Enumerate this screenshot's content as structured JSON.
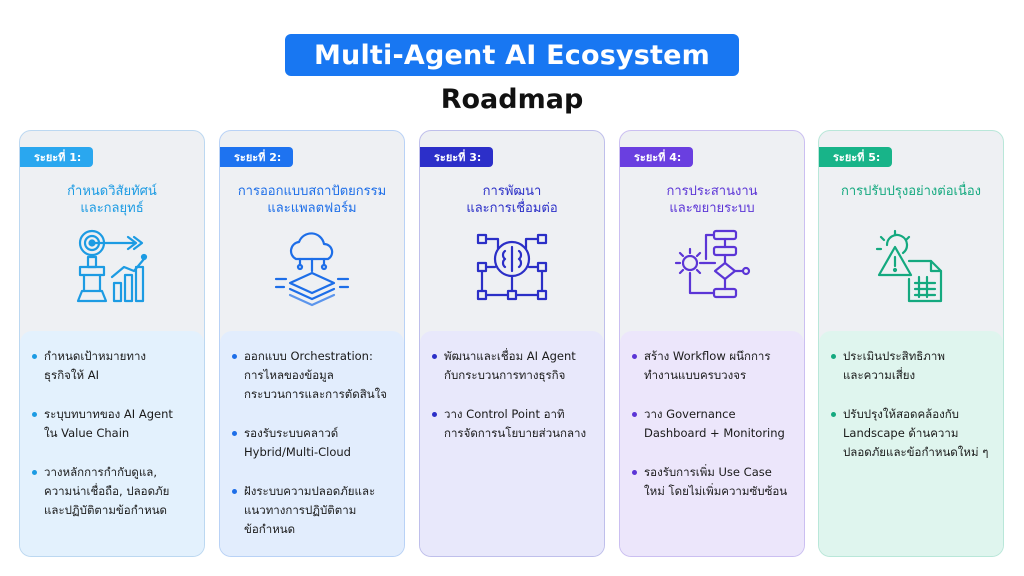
{
  "header": {
    "title": "Multi-Agent AI Ecosystem",
    "subtitle": "Roadmap"
  },
  "colors": {
    "title_bg": "#1877f2",
    "phase1": "#2aa7ef",
    "phase2": "#1e73f0",
    "phase3": "#2c2fc9",
    "phase4": "#6a3fe0",
    "phase5": "#18b489"
  },
  "phases": [
    {
      "badge": "ระยะที่ 1:",
      "title": "กำหนดวิสัยทัศน์\nและกลยุทธ์",
      "icon": "target-strategy-icon",
      "items": [
        "กำหนดเป้าหมายทาง\nธุรกิจให้ AI",
        "ระบุบทบาทของ AI Agent\nใน Value Chain",
        "วางหลักการกำกับดูแล,\nความน่าเชื่อถือ, ปลอดภัย\nและปฏิบัติตามข้อกำหนด"
      ]
    },
    {
      "badge": "ระยะที่ 2:",
      "title": "การออกแบบสถาปัตยกรรม\nและแพลตฟอร์ม",
      "icon": "cloud-layers-icon",
      "items": [
        "ออกแบบ Orchestration:\nการไหลของข้อมูล\nกระบวนการและการตัดสินใจ",
        "รองรับระบบคลาวด์\nHybrid/Multi-Cloud",
        "ฝังระบบความปลอดภัยและ\nแนวทางการปฏิบัติตาม\nข้อกำหนด"
      ]
    },
    {
      "badge": "ระยะที่ 3:",
      "title": "การพัฒนา\nและการเชื่อมต่อ",
      "icon": "brain-network-icon",
      "items": [
        "พัฒนาและเชื่อม AI Agent\nกับกระบวนการทางธุรกิจ",
        "วาง Control Point อาทิ\nการจัดการนโยบายส่วนกลาง"
      ]
    },
    {
      "badge": "ระยะที่ 4:",
      "title": "การประสานงาน\nและขยายระบบ",
      "icon": "workflow-gear-icon",
      "items": [
        "สร้าง Workflow ผนึกการ\nทำงานแบบครบวงจร",
        "วาง Governance\nDashboard + Monitoring",
        "รองรับการเพิ่ม Use Case\nใหม่ โดยไม่เพิ่มความซับซ้อน"
      ]
    },
    {
      "badge": "ระยะที่ 5:",
      "title": "การปรับปรุงอย่างต่อเนื่อง",
      "icon": "alert-report-icon",
      "items": [
        "ประเมินประสิทธิภาพ\nและความเสี่ยง",
        "ปรับปรุงให้สอดคล้องกับ\nLandscape ด้านความ\nปลอดภัยและข้อกำหนดใหม่ ๆ"
      ]
    }
  ]
}
